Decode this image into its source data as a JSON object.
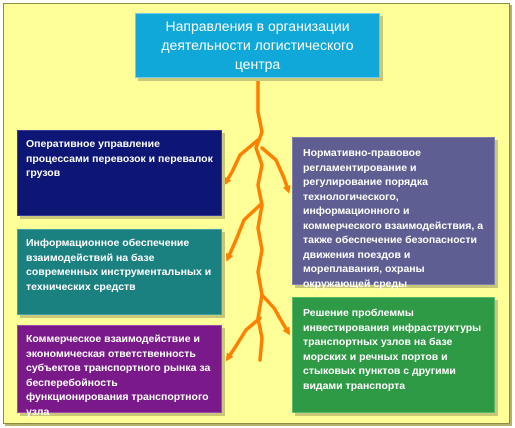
{
  "title": "Направления в организации деятельности логистического центра",
  "boxes": {
    "left_1": "Оперативное управление процессами перевозок и перевалок грузов",
    "left_2": "Информационное обеспечение взаимодействий на базе современных инструментальных и технических средств",
    "left_3": "Коммерческое взаимодействие и экономическая ответственность субъектов транспортного рынка за бесперебойность функционирования транспортного узла",
    "right_1": "Нормативно-правовое регламентирование и регулирование порядка технологического, информационного и коммерческого взаимодействия, а также обеспечение безопасности движения поездов и мореплавания, охраны окружающей среды",
    "right_2": "Решение проблеммы инвестирования инфраструктуры транспортных узлов на базе морских и речных портов и стыковых пунктов с другими видами транспорта"
  },
  "colors": {
    "background": "#ffff99",
    "title_box": "#0fa8d8",
    "left_1": "#0d1575",
    "left_2": "#1a8080",
    "left_3": "#7a1a8a",
    "right_1": "#5e5e92",
    "right_2": "#2e9a45",
    "connector": "#ff8000"
  }
}
